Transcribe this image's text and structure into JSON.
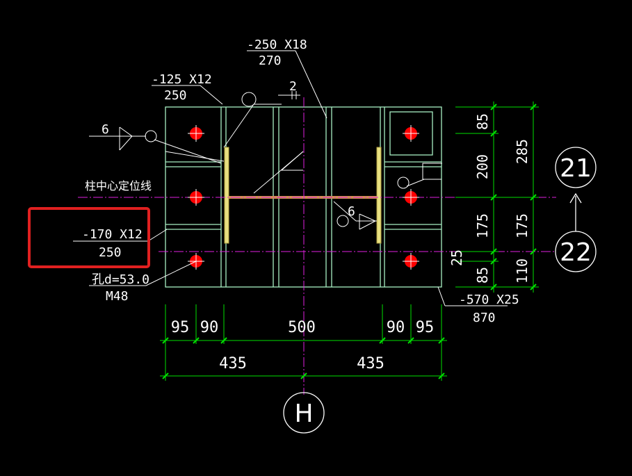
{
  "colors": {
    "background": "#000000",
    "plate": "#a8f0c4",
    "dimension": "#00e000",
    "text": "#ffffff",
    "leader": "#ffffff",
    "centerline": "#e020e0",
    "bolt": "#ff0000",
    "weld_strip": "#e8e080",
    "web": "#d09050",
    "highlight": "#e02020"
  },
  "labels": {
    "plate_top": "-250 X18",
    "plate_top_len": "270",
    "plate_left": "-125 X12",
    "plate_left_len": "250",
    "stiffener": "-170 X12",
    "stiffener_len": "250",
    "weld_left": "6",
    "weld_right": "6",
    "gap": "2",
    "centerline": "柱中心定位线",
    "hole": "孔d=53.0",
    "bolt": "M48",
    "base_plate": "-570 X25",
    "base_plate_len": "870"
  },
  "dims_bottom_row1": [
    "95",
    "90",
    "500",
    "90",
    "95"
  ],
  "dims_bottom_row2": [
    "435",
    "435"
  ],
  "dims_right_inner": [
    "85",
    "200",
    "175",
    "85"
  ],
  "dims_right_outer": [
    "285",
    "175",
    "110"
  ],
  "dim_offset": "25",
  "axis_bubbles": {
    "right_top": "21",
    "right_bottom": "22",
    "bottom": "H"
  }
}
